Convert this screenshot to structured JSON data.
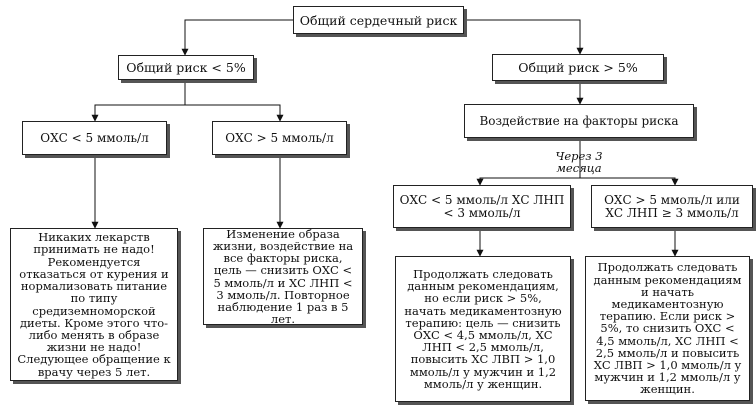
{
  "root": {
    "label": "Общий сердечный риск"
  },
  "left": {
    "header": "Общий риск < 5%",
    "branch_a": {
      "label": "ОХС < 5 ммоль/л",
      "note": "Никаких лекарств принимать не надо! Рекомендуется отказаться от курения и нормализовать питание по типу средиземноморской диеты. Кроме этого что-либо менять в образе жизни не надо! Следующее обращение к врачу через 5 лет."
    },
    "branch_b": {
      "label": "ОХС > 5 ммоль/л",
      "note": "Изменение образа жизни, воздействие на все факторы риска, цель — снизить ОХС < 5 ммоль/л и ХС ЛНП < 3 ммоль/л. Повторное наблюдение 1 раз в 5 лет."
    }
  },
  "right": {
    "header": "Общий риск > 5%",
    "action": "Воздействие на факторы риска",
    "interval": "Через 3 месяца",
    "branch_a": {
      "label": "ОХС < 5 ммоль/л ХС ЛНП < 3 ммоль/л",
      "note": "Продолжать следовать данным рекомендациям, но если риск > 5%, начать медикаментозную терапию: цель — снизить ОХС < 4,5 ммоль/л, ХС ЛНП < 2,5 ммоль/л, повысить ХС ЛВП > 1,0 ммоль/л у мужчин и 1,2 ммоль/л у женщин."
    },
    "branch_b": {
      "label": "ОХС > 5 ммоль/л или ХС ЛНП ≥ 3 ммоль/л",
      "note": "Продолжать следовать данным рекомендациям и начать медикаментозную терапию. Если риск > 5%, то снизить ОХС < 4,5 ммоль/л, ХС ЛНП < 2,5 ммоль/л и повысить ХС ЛВП > 1,0 ммоль/л у мужчин и 1,2 ммоль/л у женщин."
    }
  }
}
